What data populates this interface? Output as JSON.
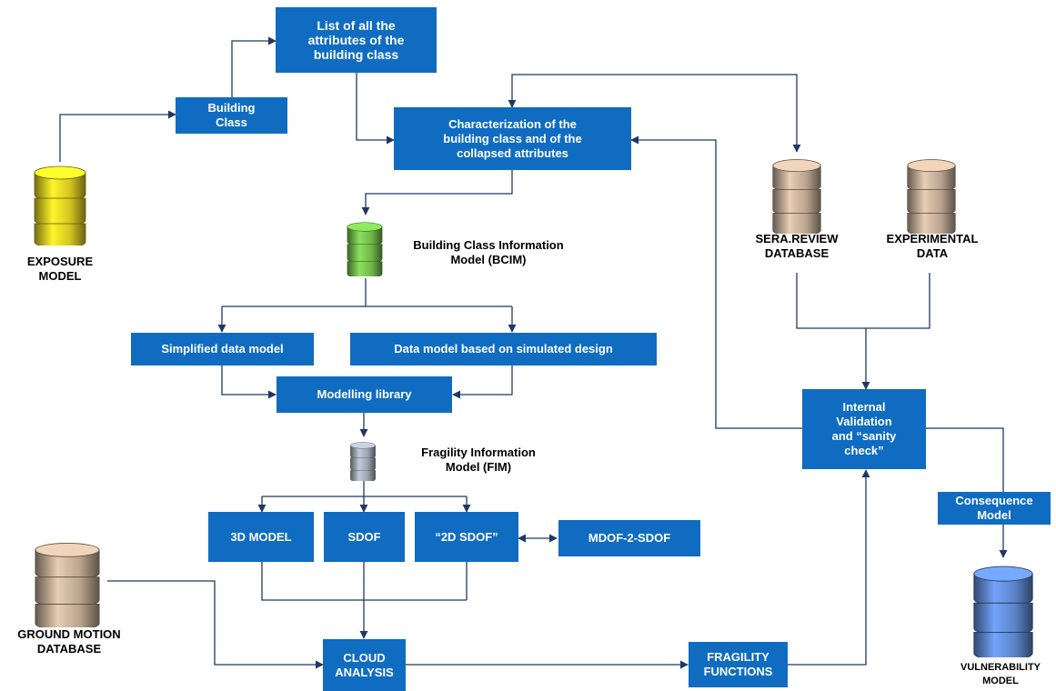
{
  "boxes": {
    "building_class": "Building\nClass",
    "attributes_list": "List of all the\nattributes of the\nbuilding class",
    "characterization": "Characterization of the\nbuilding class and of the\ncollapsed attributes",
    "simplified_data_model": "Simplified data model",
    "data_model_simulated": "Data model based on simulated design",
    "modelling_library": "Modelling library",
    "model_3d": "3D MODEL",
    "sdof": "SDOF",
    "sdof_2d": "“2D SDOF”",
    "mdof_2_sdof": "MDOF-2-SDOF",
    "cloud_analysis": "CLOUD\nANALYSIS",
    "fragility_functions": "FRAGILITY\nFUNCTIONS",
    "internal_validation": "Internal\nValidation\nand “sanity\ncheck”",
    "consequence_model": "Consequence\nModel"
  },
  "labels": {
    "exposure_model": "EXPOSURE\nMODEL",
    "bcim": "Building Class Information\nModel (BCIM)",
    "fim": "Fragility Information\nModel (FIM)",
    "sera_review": "SERA.REVIEW\nDATABASE",
    "experimental_data": "EXPERIMENTAL\nDATA",
    "ground_motion": "GROUND MOTION\nDATABASE",
    "vulnerability_model": "VULNERABILITY\nMODEL"
  },
  "colors": {
    "box_fill": "#0f6cc1",
    "box_text": "#ffffff",
    "connector": "#1f3864",
    "db_exposure": "#d4c421",
    "db_bcim": "#6fb44a",
    "db_fim": "#9aa3ad",
    "db_sera": "#b9a48f",
    "db_experimental": "#b9a48f",
    "db_ground": "#b9a48f",
    "db_vulnerability": "#5b83c9"
  }
}
